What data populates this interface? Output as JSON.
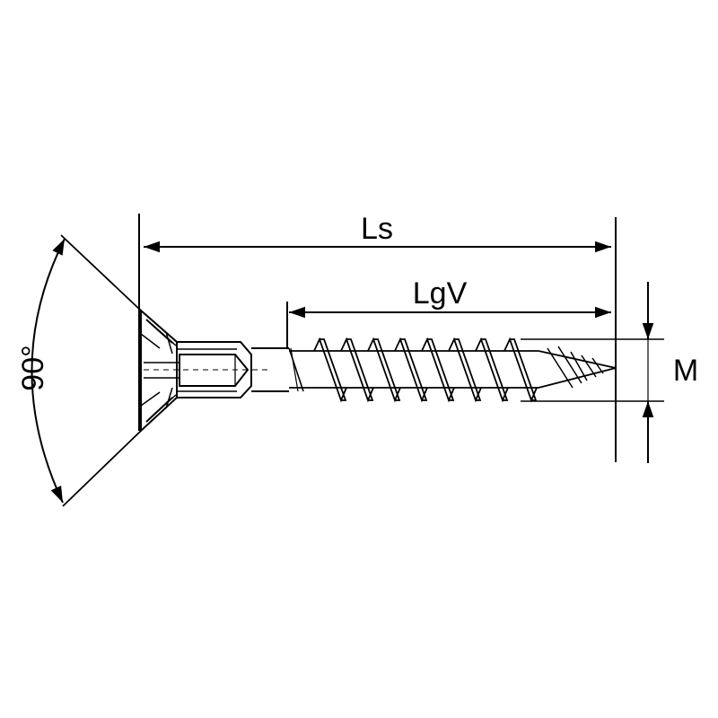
{
  "labels": {
    "angle": "90°",
    "ls": "Ls",
    "lgv": "LgV",
    "m": "M"
  },
  "colors": {
    "line": "#000000",
    "background": "#ffffff"
  }
}
